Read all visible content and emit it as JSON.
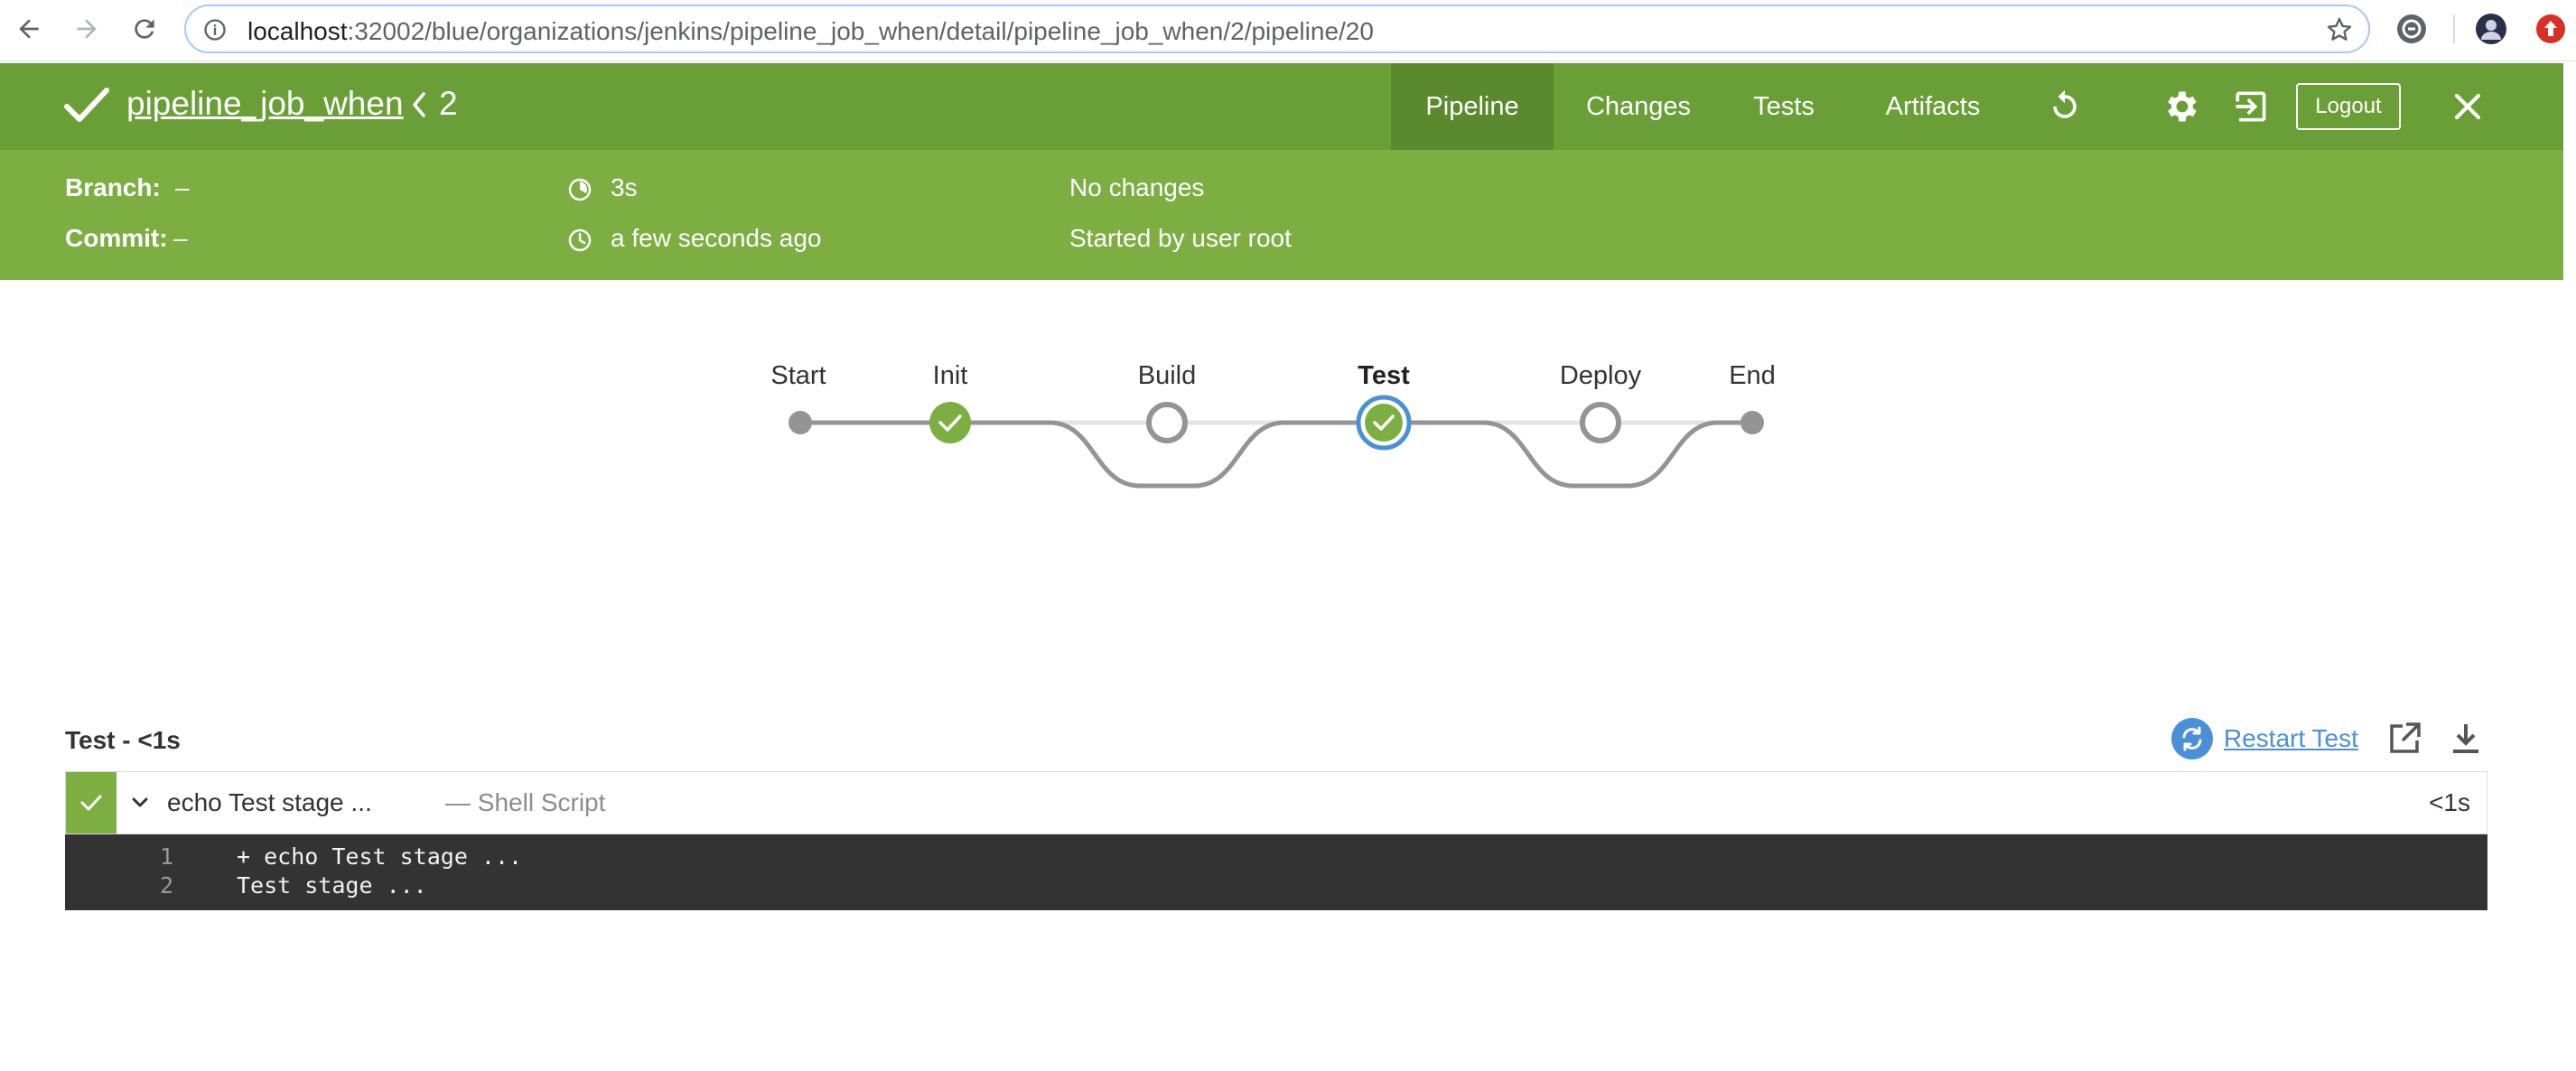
{
  "browser": {
    "url_host": "localhost",
    "url_path": ":32002/blue/organizations/jenkins/pipeline_job_when/detail/pipeline_job_when/2/pipeline/20",
    "colors": {
      "focus_ring": "#a8c7fa"
    }
  },
  "header": {
    "job_name": "pipeline_job_when",
    "run_number": "2",
    "tabs": [
      {
        "label": "Pipeline",
        "active": true
      },
      {
        "label": "Changes",
        "active": false
      },
      {
        "label": "Tests",
        "active": false
      },
      {
        "label": "Artifacts",
        "active": false
      }
    ],
    "logout_label": "Logout",
    "icons": [
      "success-check-icon",
      "replay-icon",
      "gear-icon",
      "exit-icon",
      "close-icon"
    ],
    "colors": {
      "topbar": "#6a9e37",
      "subbar": "#7cae42",
      "active_tab": "#5a8a2d"
    }
  },
  "meta": {
    "branch_label": "Branch:",
    "branch_value": "–",
    "commit_label": "Commit:",
    "commit_value": "–",
    "duration": "3s",
    "started": "a few seconds ago",
    "changes": "No changes",
    "cause": "Started by user root"
  },
  "pipeline": {
    "stages": [
      {
        "label": "Start",
        "status": "terminal"
      },
      {
        "label": "Init",
        "status": "success"
      },
      {
        "label": "Build",
        "status": "skipped"
      },
      {
        "label": "Test",
        "status": "success",
        "selected": true
      },
      {
        "label": "Deploy",
        "status": "skipped"
      },
      {
        "label": "End",
        "status": "terminal"
      }
    ],
    "colors": {
      "success": "#7cae42",
      "line": "#949494",
      "selected_ring": "#4a90d9"
    }
  },
  "step_panel": {
    "title": "Test - <1s",
    "restart_label": "Restart Test",
    "step": {
      "name": "echo Test stage ...",
      "type": "— Shell Script",
      "duration": "<1s"
    },
    "log": [
      {
        "num": "1",
        "text": "+ echo Test stage ..."
      },
      {
        "num": "2",
        "text": "Test stage ..."
      }
    ]
  }
}
